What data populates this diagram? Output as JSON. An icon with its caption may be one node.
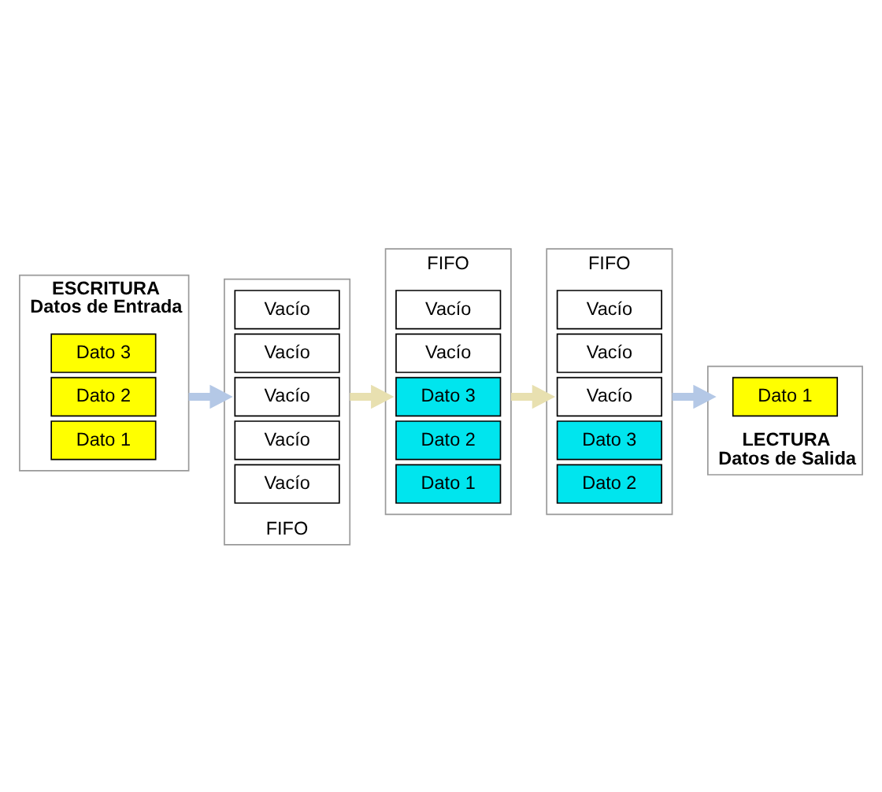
{
  "diagram": {
    "nodes": [
      {
        "text": [
          "ESCRITURA",
          "Datos de Entrada"
        ]
      },
      {
        "text": [
          "Dato 3"
        ],
        "in": 0
      },
      {
        "text": [
          "Dato 2"
        ],
        "in": 0
      },
      {
        "text": [
          "Dato 1"
        ],
        "in": 0
      },
      {
        "text": [
          "FIFO"
        ]
      },
      {
        "text": [
          "Vacío"
        ],
        "in": 4
      },
      {
        "text": [
          "Vacío"
        ],
        "in": 4
      },
      {
        "text": [
          "Vacío"
        ],
        "in": 4
      },
      {
        "text": [
          "Vacío"
        ],
        "in": 4
      },
      {
        "text": [
          "Vacío"
        ],
        "in": 4
      },
      {
        "text": [
          "FIFO"
        ]
      },
      {
        "text": [
          "Vacío"
        ],
        "in": 10
      },
      {
        "text": [
          "Vacío"
        ],
        "in": 10
      },
      {
        "text": [
          "Dato 3"
        ],
        "in": 10
      },
      {
        "text": [
          "Dato 2"
        ],
        "in": 10
      },
      {
        "text": [
          "Dato 1"
        ],
        "in": 10
      },
      {
        "text": [
          "FIFO"
        ]
      },
      {
        "text": [
          "Vacío"
        ],
        "in": 16
      },
      {
        "text": [
          "Vacío"
        ],
        "in": 16
      },
      {
        "text": [
          "Vacío"
        ],
        "in": 16
      },
      {
        "text": [
          "Dato 3"
        ],
        "in": 16
      },
      {
        "text": [
          "Dato 2"
        ],
        "in": 16
      },
      {
        "text": [
          "LECTURA",
          "Datos de Salida"
        ]
      },
      {
        "text": [
          "Dato 1"
        ],
        "in": 22
      }
    ],
    "edges": [
      {
        "from": 0,
        "to": 4,
        "arrow": "to",
        "color": "#b4c8e6"
      },
      {
        "from": 4,
        "to": 10,
        "arrow": "to",
        "color": "#e8e0b0"
      },
      {
        "from": 10,
        "to": 16,
        "arrow": "to",
        "color": "#e8e0b0"
      },
      {
        "from": 16,
        "to": 22,
        "arrow": "to",
        "color": "#b4c8e6"
      }
    ]
  }
}
